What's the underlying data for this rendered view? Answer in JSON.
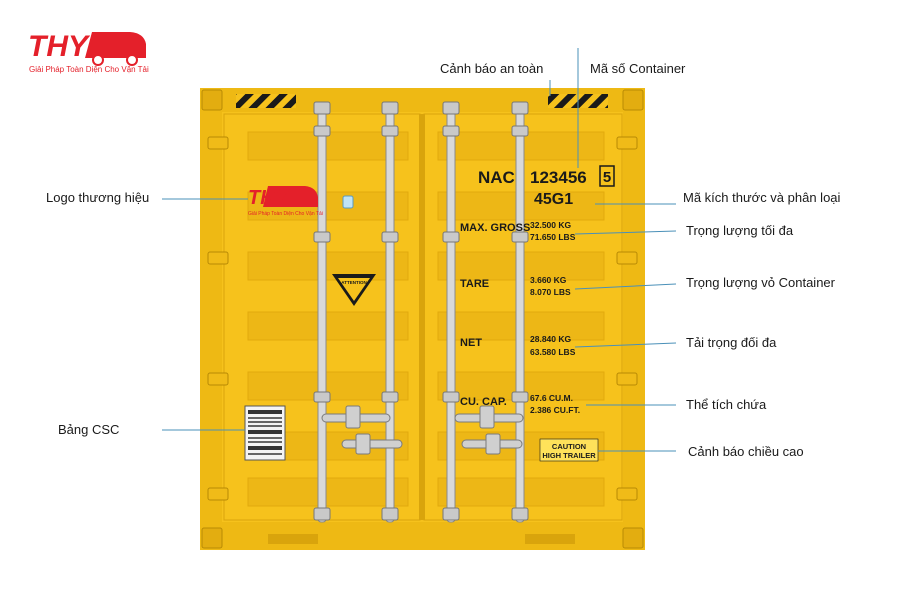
{
  "brand": {
    "logo_text": "THY",
    "tagline": "Giải Pháp Toàn Diện Cho Vận Tải",
    "color_primary": "#e4202a"
  },
  "container": {
    "body_color": "#f6c21c",
    "owner_code": "NAC",
    "serial": "123456",
    "check_digit": "5",
    "size_type": "45G1",
    "max_gross": {
      "label": "MAX. GROSS",
      "kg": "32.500 KG",
      "lbs": "71.650 LBS"
    },
    "tare": {
      "label": "TARE",
      "kg": "3.660 KG",
      "lbs": "8.070 LBS"
    },
    "net": {
      "label": "NET",
      "kg": "28.840 KG",
      "lbs": "63.580 LBS"
    },
    "cu_cap": {
      "label": "CU. CAP.",
      "m3": "67.6 CU.M.",
      "ft3": "2.386 CU.FT."
    },
    "caution": {
      "line1": "CAUTION",
      "line2": "HIGH TRAILER"
    },
    "attention_sign": "ATTENTION"
  },
  "callouts": {
    "safety_warning": "Cảnh báo an toàn",
    "container_number": "Mã số Container",
    "brand_logo": "Logo thương hiệu",
    "size_type_code": "Mã kích thước và phân loại",
    "max_weight": "Trọng lượng tối đa",
    "tare_weight": "Trọng lượng vỏ Container",
    "max_payload": "Tải trọng đối đa",
    "capacity": "Thể tích chứa",
    "csc_plate": "Bảng CSC",
    "height_warning": "Cảnh báo chiều cao"
  }
}
